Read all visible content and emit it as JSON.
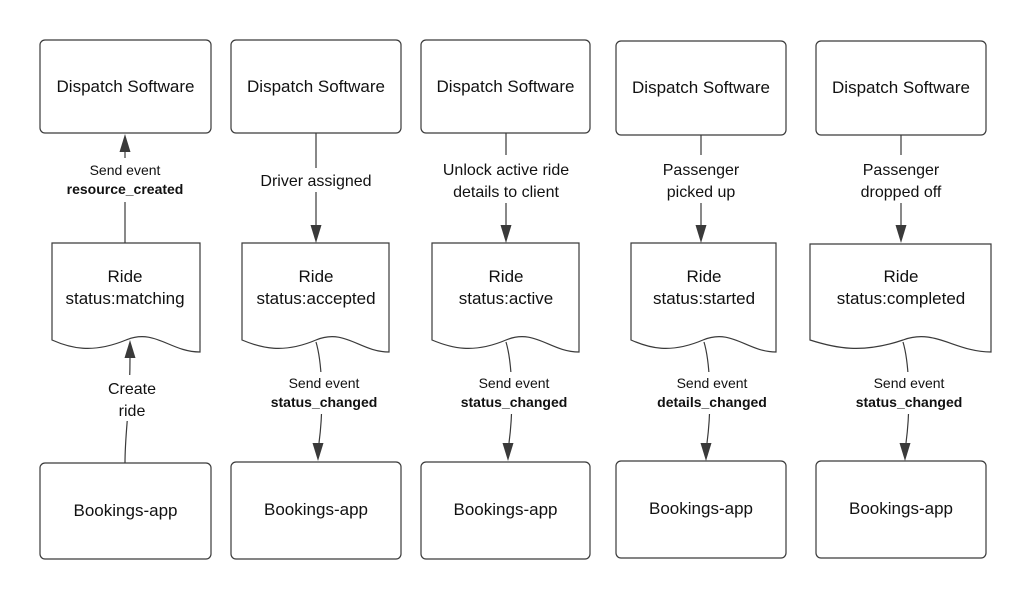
{
  "columns": [
    {
      "top": "Dispatch Software",
      "ride_title": "Ride",
      "ride_status": "status:matching",
      "top_label": [
        "Send event"
      ],
      "top_label_bold": "resource_created",
      "bottom_label": [
        "Create",
        "ride"
      ],
      "bottom_label_bold": "",
      "bottom": "Bookings-app"
    },
    {
      "top": "Dispatch Software",
      "ride_title": "Ride",
      "ride_status": "status:accepted",
      "top_label": [
        "Driver assigned"
      ],
      "top_label_bold": "",
      "bottom_label": [
        "Send event"
      ],
      "bottom_label_bold": "status_changed",
      "bottom": "Bookings-app"
    },
    {
      "top": "Dispatch Software",
      "ride_title": "Ride",
      "ride_status": "status:active",
      "top_label": [
        "Unlock active ride",
        "details to client"
      ],
      "top_label_bold": "",
      "bottom_label": [
        "Send event"
      ],
      "bottom_label_bold": "status_changed",
      "bottom": "Bookings-app"
    },
    {
      "top": "Dispatch Software",
      "ride_title": "Ride",
      "ride_status": "status:started",
      "top_label": [
        "Passenger",
        "picked up"
      ],
      "top_label_bold": "",
      "bottom_label": [
        "Send event"
      ],
      "bottom_label_bold": "details_changed",
      "bottom": "Bookings-app"
    },
    {
      "top": "Dispatch Software",
      "ride_title": "Ride",
      "ride_status": "status:completed",
      "top_label": [
        "Passenger",
        "dropped off"
      ],
      "top_label_bold": "",
      "bottom_label": [
        "Send event"
      ],
      "bottom_label_bold": "status_changed",
      "bottom": "Bookings-app"
    }
  ]
}
